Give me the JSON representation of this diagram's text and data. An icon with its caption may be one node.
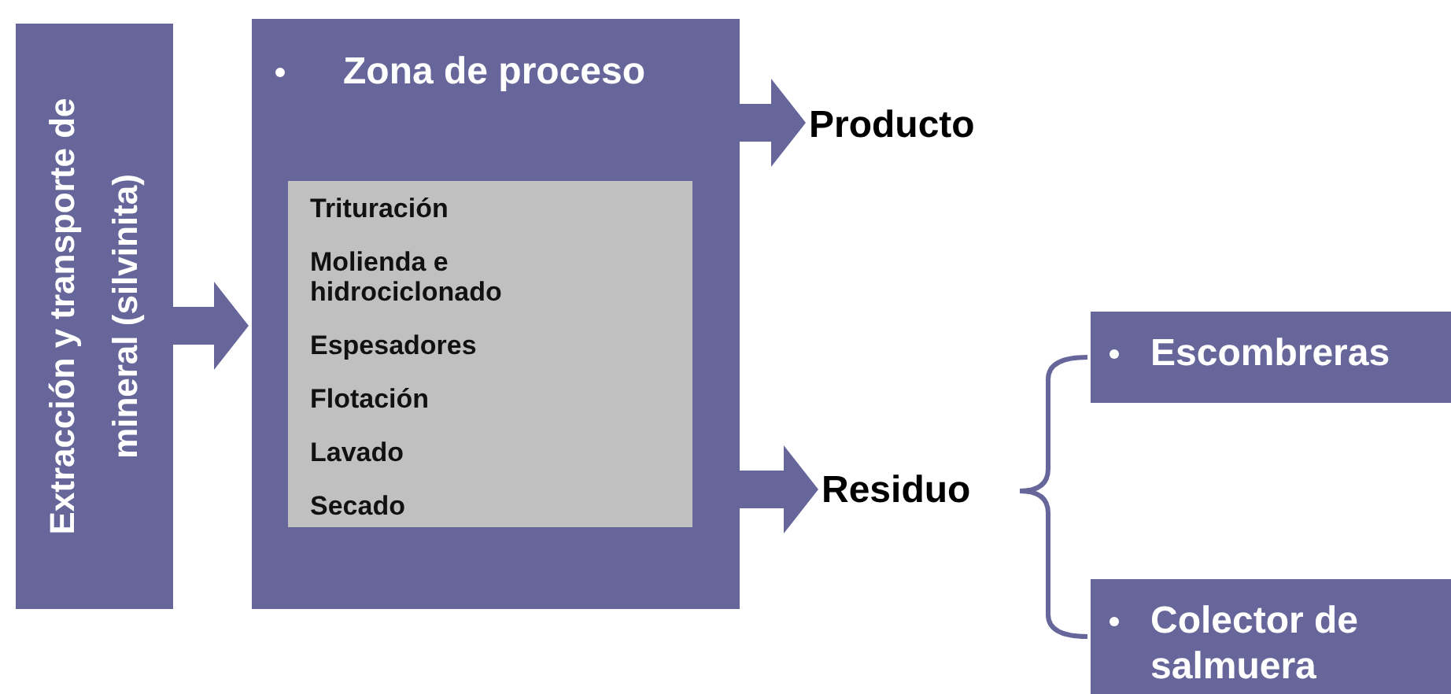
{
  "diagram": {
    "nodes": [
      {
        "text": [
          "Extracción y transporte de mineral (silvinita)"
        ]
      },
      {
        "text": [
          "Zona de proceso"
        ]
      },
      {
        "text": [
          "Trituración",
          "Molienda e hidrociclonado",
          "Espesadores",
          "Flotación",
          "Lavado",
          "Secado"
        ],
        "in": 1
      },
      {
        "text": [
          "Producto"
        ]
      },
      {
        "text": [
          "Residuo"
        ]
      },
      {
        "text": [
          "Escombreras"
        ]
      },
      {
        "text": [
          "Colector de salmuera"
        ]
      }
    ],
    "edges": [
      {
        "from": 0,
        "to": 1,
        "arrow": "to",
        "style": "thick"
      },
      {
        "from": 1,
        "to": 3,
        "arrow": "to",
        "style": "thick"
      },
      {
        "from": 1,
        "to": 4,
        "arrow": "to",
        "style": "thick"
      },
      {
        "from": 4,
        "to": 5,
        "arrow": "none"
      },
      {
        "from": 4,
        "to": 6,
        "arrow": "none"
      }
    ]
  }
}
